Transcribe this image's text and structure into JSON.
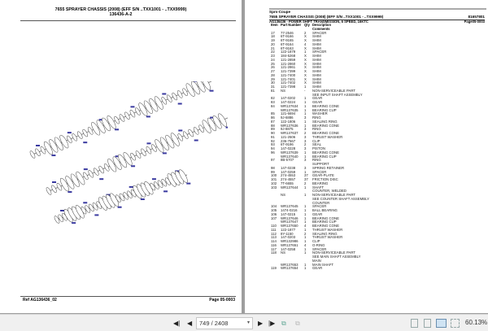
{
  "left_page": {
    "title": "7655 SPRAYER CHASSIS (2008) (EFF S/N ..TXX1001 - ..TXX9999)",
    "figure_id": "136436-A-2",
    "footer_ref": "Ref   AG136436_02",
    "footer_page": "Page   05-0003"
  },
  "right_page": {
    "brand": "Sprs-Coupe",
    "title": "7655 SPRAYER CHASSIS (2008) (EFF S/N ..TXX1001 - ..TXX9999)",
    "doc_number": "81657801",
    "section": "AG136436 - POWER SHIFT TRANSMISSION, 6 SPEED, 16KTC",
    "page": "Page05-0003",
    "headers": {
      "item": "Item",
      "part": "Part Number",
      "qty": "Qty",
      "desc": "Description",
      "comments": "Comments"
    },
    "rows": [
      [
        "17",
        "77-2546",
        "2",
        "SPACER"
      ],
      [
        "18",
        "6T-9166",
        "X",
        "SHIM"
      ],
      [
        "19",
        "6T-9165",
        "X",
        "SHIM"
      ],
      [
        "20",
        "6T-9164",
        "4",
        "SHIM"
      ],
      [
        "21",
        "6T-9163",
        "X",
        "SHIM"
      ],
      [
        "22",
        "122-1879",
        "1",
        "SPACER"
      ],
      [
        "23",
        "184-5268",
        "X",
        "SHIM"
      ],
      [
        "24",
        "121-2859",
        "X",
        "SHIM"
      ],
      [
        "25",
        "121-2860",
        "X",
        "SHIM"
      ],
      [
        "26",
        "121-2861",
        "X",
        "SHIM"
      ],
      [
        "27",
        "121-7399",
        "X",
        "SHIM"
      ],
      [
        "28",
        "121-7400",
        "X",
        "SHIM"
      ],
      [
        "29",
        "121-7401",
        "X",
        "SHIM"
      ],
      [
        "30",
        "121-7402",
        "X",
        "SHIM"
      ],
      [
        "31",
        "121-7398",
        "1",
        "SHIM"
      ],
      [
        "81",
        "NS",
        "-",
        "NON-SERVICEABLE PART"
      ],
      [
        "",
        "",
        "",
        "SEE INPUT SHAFT ASSEMBLY"
      ],
      [
        "82",
        "147-0202",
        "1",
        "GEAR"
      ],
      [
        "83",
        "147-0224",
        "1",
        "GEAR"
      ],
      [
        "84",
        "WR137634",
        "1",
        "BEARING CONE"
      ],
      [
        "",
        "WR137635",
        "1",
        "BEARING CUP"
      ],
      [
        "85",
        "121-6694",
        "1",
        "WASHER"
      ],
      [
        "86",
        "9J-6886",
        "3",
        "RING"
      ],
      [
        "87",
        "122-1806",
        "1",
        "SEALING RING"
      ],
      [
        "88",
        "WR137636",
        "1",
        "BEARING CONE"
      ],
      [
        "89",
        "9J-8875",
        "3",
        "RING"
      ],
      [
        "90",
        "WR137637",
        "2",
        "BEARING CONE"
      ],
      [
        "91",
        "121-2506",
        "3",
        "THRUST WASHER"
      ],
      [
        "92",
        "236-7567",
        "3",
        "CLIP"
      ],
      [
        "93",
        "6T-9196",
        "2",
        "SEAL"
      ],
      [
        "94",
        "147-0228",
        "3",
        "PISTON"
      ],
      [
        "96",
        "WR137639",
        "1",
        "BEARING CONE"
      ],
      [
        "",
        "WR137640",
        "1",
        "BEARING CUP"
      ],
      [
        "97",
        "8B-5707",
        "3",
        "RING"
      ],
      [
        "",
        "",
        "",
        "SUPPORT"
      ],
      [
        "98",
        "147-0238",
        "3",
        "SPRING RETAINER"
      ],
      [
        "99",
        "147-0259",
        "1",
        "SPACER"
      ],
      [
        "100",
        "274-4553",
        "37",
        "GEAR-PLATE"
      ],
      [
        "101",
        "274-4557",
        "37",
        "FRICTION DISC"
      ],
      [
        "102",
        "7T-6655",
        "2",
        "BEARING"
      ],
      [
        "103",
        "WR137644",
        "1",
        "SHAFT"
      ],
      [
        "",
        "",
        "",
        "COUNTER, WELDED"
      ],
      [
        "",
        "NS",
        "1",
        "NON-SERVICEABLE PART"
      ],
      [
        "",
        "",
        "",
        "SEE COUNTER SHAFT ASSEMBLY"
      ],
      [
        "",
        "",
        "",
        "COUNTER"
      ],
      [
        "104",
        "WR137645",
        "1",
        "SPACER"
      ],
      [
        "105",
        "1474-0216",
        "1",
        "BALL BEARING"
      ],
      [
        "106",
        "147-0215",
        "1",
        "GEAR"
      ],
      [
        "107",
        "WR137646",
        "1",
        "BEARING CONE"
      ],
      [
        "",
        "WR137647",
        "1",
        "BEARING CUP"
      ],
      [
        "110",
        "WR137650",
        "4",
        "BEARING CONE"
      ],
      [
        "111",
        "122-1877",
        "1",
        "THRUST WASHER"
      ],
      [
        "112",
        "8Y-1150",
        "2",
        "SEALING RING"
      ],
      [
        "113",
        "147-0203",
        "1",
        "THRUST WASHER"
      ],
      [
        "114",
        "WR132986",
        "1",
        "CLIP"
      ],
      [
        "116",
        "WR137651",
        "4",
        "O-RING"
      ],
      [
        "117",
        "147-0258",
        "1",
        "SPACER"
      ],
      [
        "118",
        "NS",
        "1",
        "NON-SERVICEABLE PART"
      ],
      [
        "",
        "",
        "",
        "SEE MAIN SHAFT ASSEMBLY"
      ],
      [
        "",
        "",
        "",
        "MAIN"
      ],
      [
        "",
        "WR137653",
        "1",
        "MAIN SHAFT"
      ],
      [
        "119",
        "WR137654",
        "1",
        "GEAR"
      ]
    ]
  },
  "toolbar": {
    "page_value": "749 / 2408",
    "zoom": "60.13%",
    "icons": [
      "first-page-icon",
      "prev-page-icon",
      "next-page-icon",
      "last-page-icon",
      "rotate-icon",
      "copy-icon",
      "single-page-icon",
      "continuous-icon",
      "two-page-icon",
      "two-page-continuous-icon"
    ]
  },
  "colors": {
    "background": "#9e9e9e",
    "toolbar": "#f0f0f0",
    "callout": "#3a3aa0"
  }
}
